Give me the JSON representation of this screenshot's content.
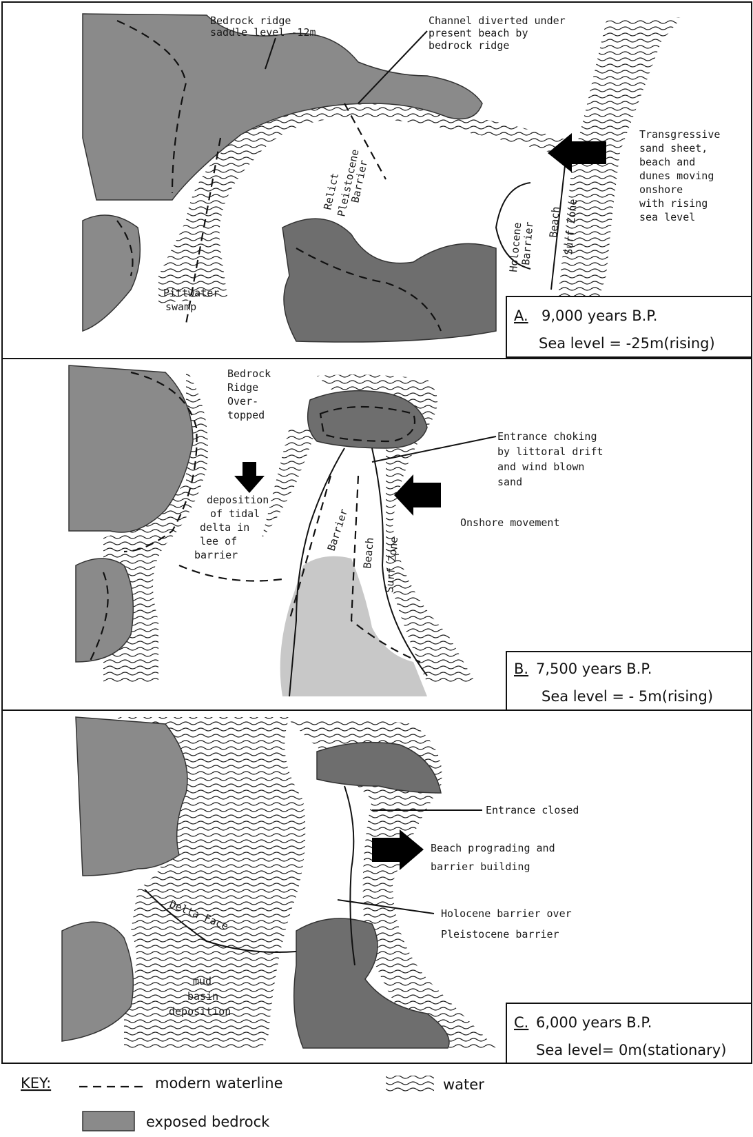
{
  "panels": [
    {
      "caption_letter": "A.",
      "caption_time": "9,000 years   B.P.",
      "caption_sea": "Sea  level = -25m(rising)",
      "labels": {
        "bedrock_ridge_1": "Bedrock ridge",
        "bedrock_ridge_2": "saddle level -12m",
        "channel_1": "Channel diverted under",
        "channel_2": "present beach by",
        "channel_3": "bedrock ridge",
        "trans_1": "Transgressive",
        "trans_2": "sand sheet,",
        "trans_3": "beach and",
        "trans_4": "dunes moving",
        "trans_5": "onshore",
        "trans_6": "with rising",
        "trans_7": "sea level",
        "relict_1": "Relict",
        "relict_2": "Pleistocene",
        "relict_3": "Barrier",
        "holocene_1": "Holocene",
        "holocene_2": "Barrier",
        "beach": "Beach",
        "surf_zone": "Surf Zone",
        "pittwater_1": "Pittwater",
        "pittwater_2": "swamp"
      }
    },
    {
      "caption_letter": "B.",
      "caption_time": "7,500 years   B.P.",
      "caption_sea": "Sea  level = - 5m(rising)",
      "labels": {
        "bedrock_1": "Bedrock",
        "bedrock_2": "Ridge",
        "bedrock_3": "Over-",
        "bedrock_4": "topped",
        "deposition_1": "deposition",
        "deposition_2": "of tidal",
        "deposition_3": "delta in",
        "deposition_4": "lee of",
        "deposition_5": "barrier",
        "entrance_1": "Entrance  choking",
        "entrance_2": "by  littoral drift",
        "entrance_3": "and wind blown",
        "entrance_4": "sand",
        "onshore": "Onshore  movement",
        "barrier": "Barrier",
        "beach": "Beach",
        "surf_zone": "Surf Zone"
      }
    },
    {
      "caption_letter": "C.",
      "caption_time": "6,000 years   B.P.",
      "caption_sea": "Sea level= 0m(stationary)",
      "labels": {
        "entrance_closed": "Entrance  closed",
        "prograding_1": "Beach  prograding  and",
        "prograding_2": "barrier  building",
        "holocene_1": "Holocene  barrier  over",
        "holocene_2": "Pleistocene   barrier",
        "delta_face": "Delta Face",
        "mud_1": "mud",
        "mud_2": "basin",
        "mud_3": "deposition"
      }
    }
  ],
  "key": {
    "title": "KEY:",
    "dash_label": "modern waterline",
    "water_label": "water",
    "bedrock_label": "exposed  bedrock"
  }
}
